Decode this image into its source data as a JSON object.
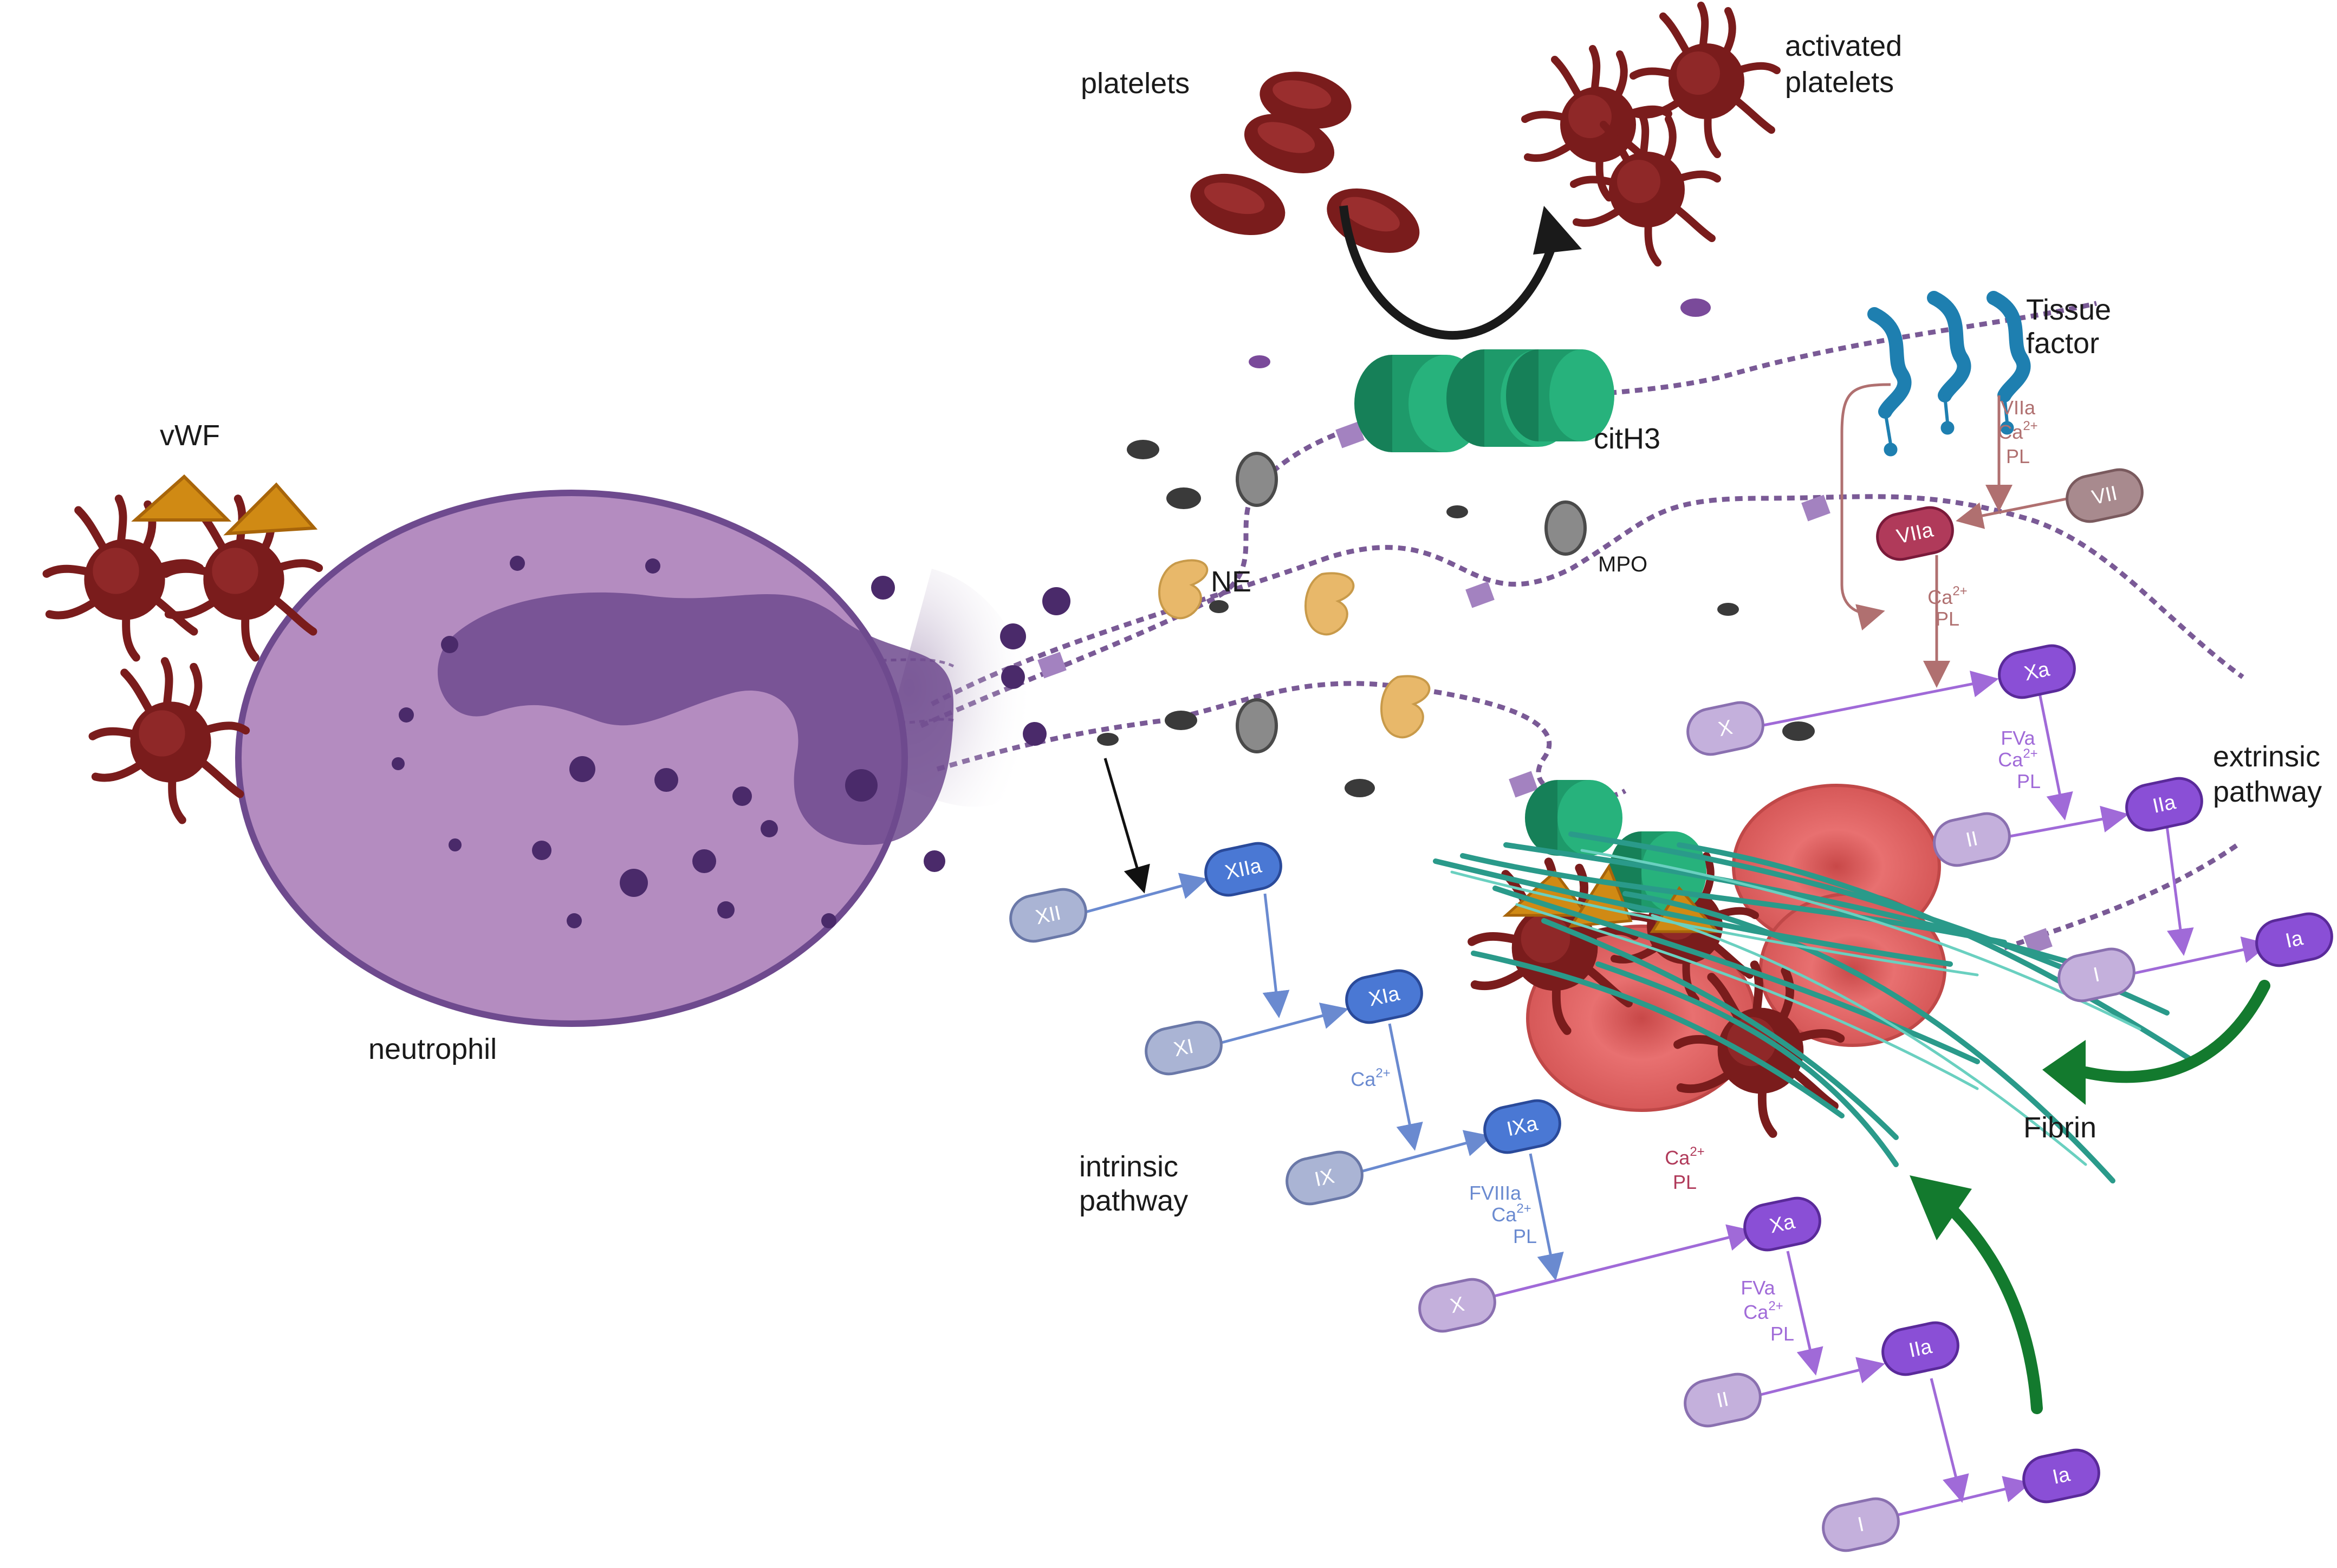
{
  "labels": {
    "platelets": "platelets",
    "activated_platelets_1": "activated",
    "activated_platelets_2": "platelets",
    "vwf": "vWF",
    "tissue_factor_1": "Tissue",
    "tissue_factor_2": "factor",
    "cith3": "citH3",
    "ne": "NE",
    "mpo": "MPO",
    "neutrophil": "neutrophil",
    "intrinsic_1": "intrinsic",
    "intrinsic_2": "pathway",
    "extrinsic_1": "extrinsic",
    "extrinsic_2": "pathway",
    "fibrin": "Fibrin"
  },
  "intrinsic": {
    "xii": "XII",
    "xiia": "XIIa",
    "xi": "XI",
    "xia": "XIa",
    "ix": "IX",
    "ixa": "IXa",
    "x": "X",
    "xa": "Xa",
    "ii": "II",
    "iia": "IIa",
    "i": "I",
    "ia": "Ia"
  },
  "extrinsic": {
    "vii": "VII",
    "viia": "VIIa",
    "x": "X",
    "xa": "Xa",
    "ii": "II",
    "iia": "IIa",
    "i": "I",
    "ia": "Ia"
  },
  "cofactors": {
    "ca": "Ca",
    "charge": "2+",
    "pl": "PL",
    "fviiia": "FVIIIa",
    "fva": "FVa",
    "viia": "VIIa"
  },
  "colors": {
    "intrinsic_light": "#aab4d4",
    "intrinsic_dark": "#4a78d4",
    "common_light": "#c4b0dc",
    "common_dark": "#8a4fd6",
    "extrinsic_light": "#a88a8e",
    "extrinsic_dark": "#b03a5a",
    "platelet": "#7a1c1c",
    "neutrophil": "#b48cc0",
    "nucleus": "#6e4a8e",
    "histone": "#1e9a6a",
    "ne": "#e8b86a",
    "vwf": "#d08a14",
    "tissue_factor": "#1e7fb0",
    "rbc": "#d85a5a",
    "fibrin": "#2a9a8a",
    "arrow_green": "#137a2e"
  }
}
